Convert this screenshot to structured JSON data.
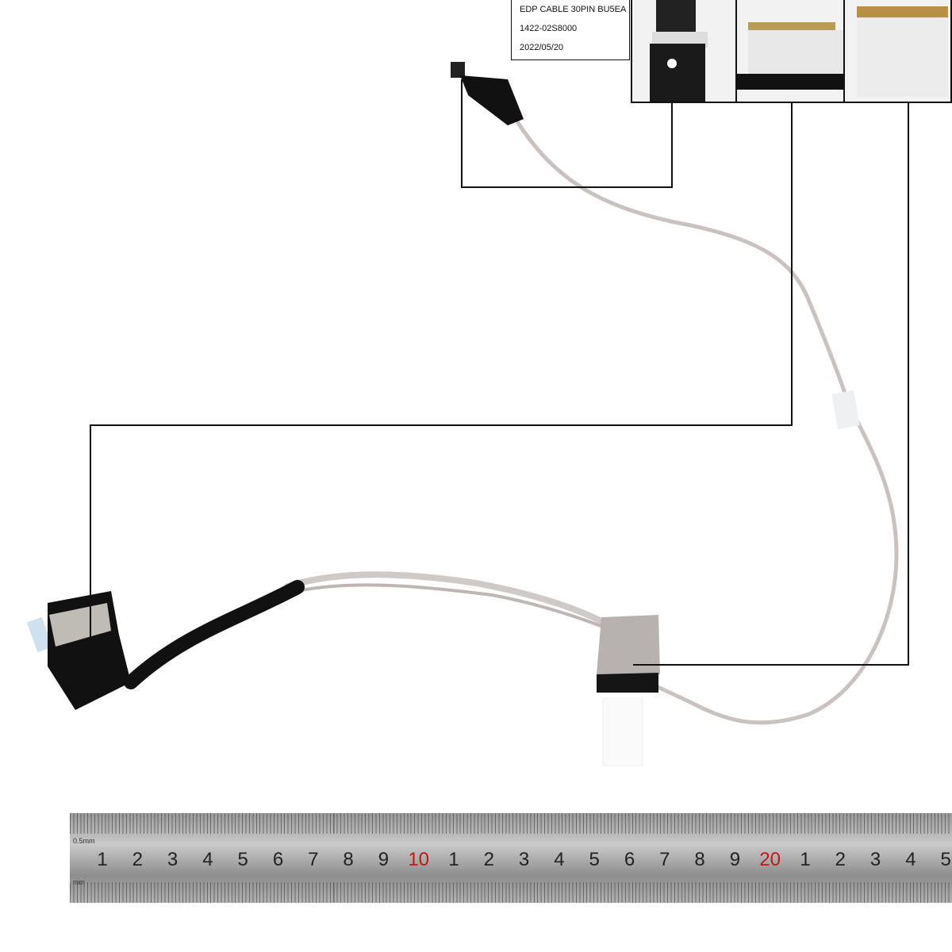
{
  "label": {
    "title": "EDP CABLE 30PIN BU5EA",
    "part_number": "1422-02S8000",
    "date": "2022/05/20"
  },
  "ruler": {
    "unit_top": "0.5mm",
    "unit_bottom": "mm",
    "numbers": [
      "1",
      "2",
      "3",
      "4",
      "5",
      "6",
      "7",
      "8",
      "9",
      "10",
      "1",
      "2",
      "3",
      "4",
      "5",
      "6",
      "7",
      "8",
      "9",
      "20",
      "1",
      "2",
      "3",
      "4",
      "5"
    ],
    "highlight_color": "#c01818"
  }
}
